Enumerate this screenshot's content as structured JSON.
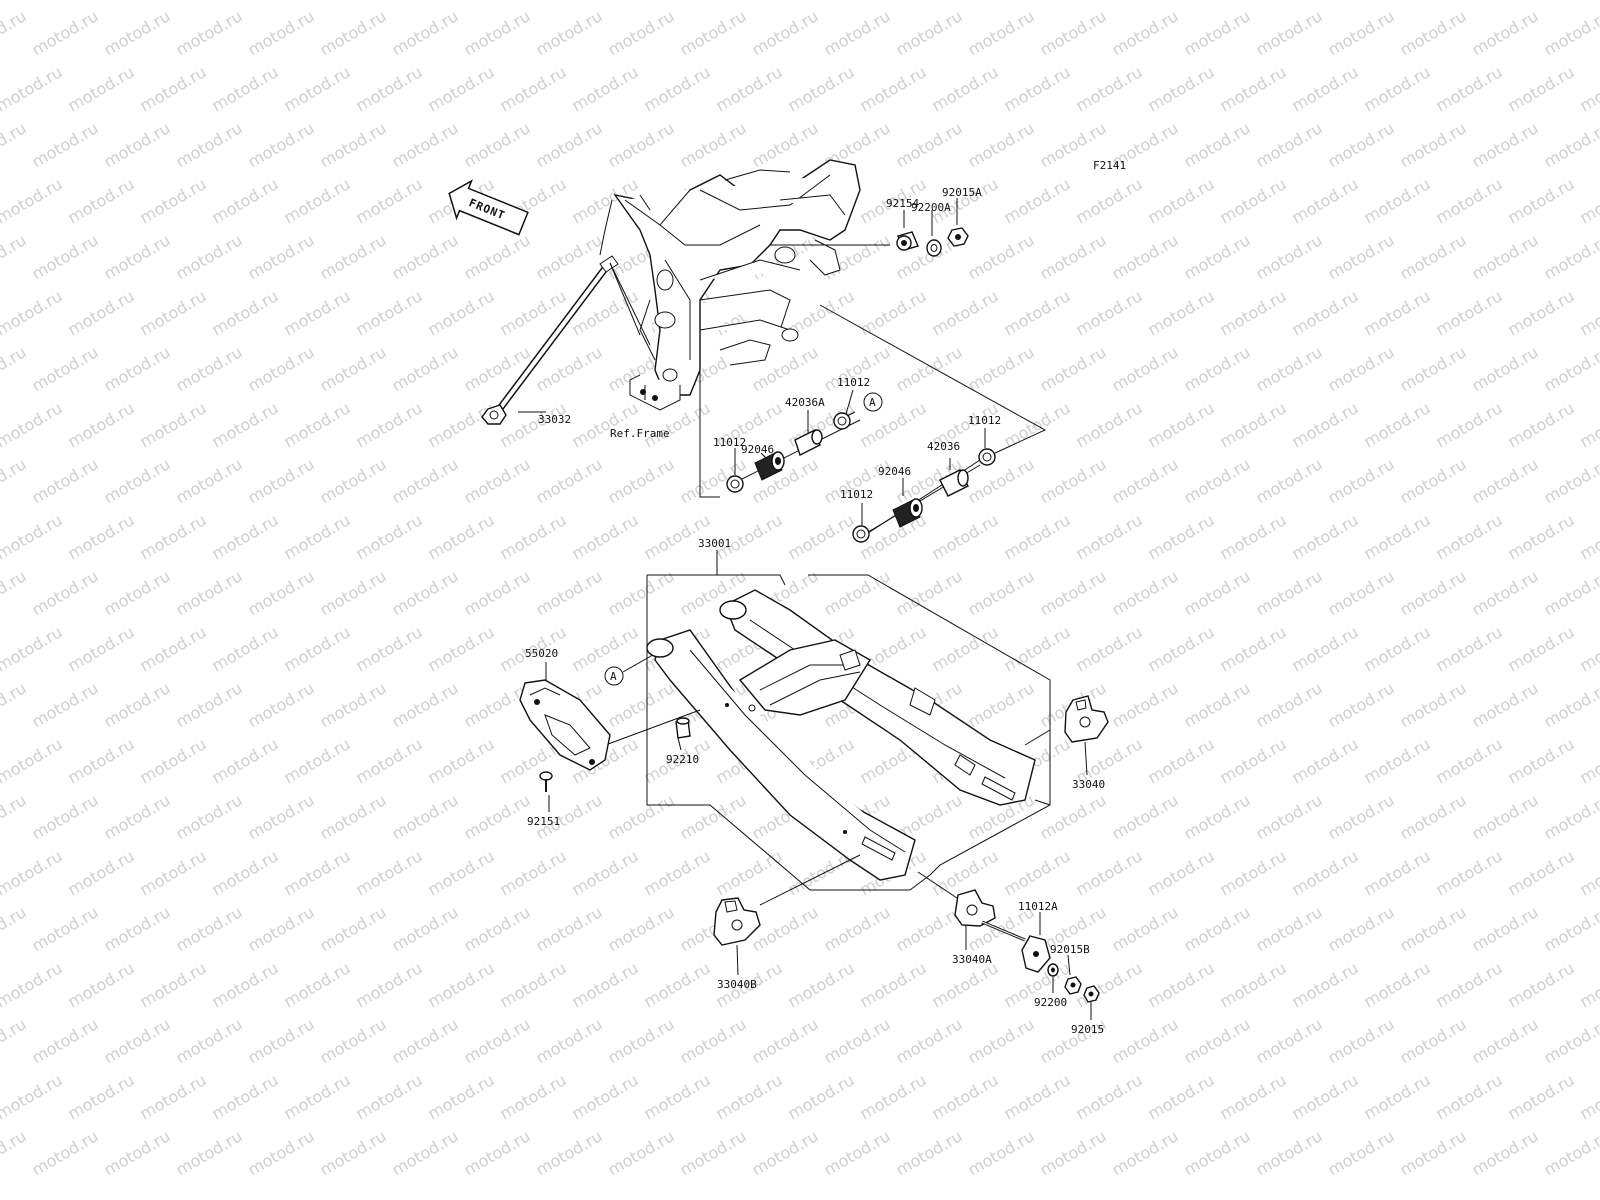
{
  "figure_code": "F2141",
  "front_arrow_label": "FRONT",
  "ref_frame_label": "Ref.Frame",
  "callout_marker": "A",
  "watermark_text": "motod.ru",
  "parts": {
    "p33032": "33032",
    "p92154": "92154",
    "p92200A": "92200A",
    "p92015A": "92015A",
    "p11012_a": "11012",
    "p42036A": "42036A",
    "p92046_a": "92046",
    "p11012_b": "11012",
    "p11012_c": "11012",
    "p42036": "42036",
    "p92046_b": "92046",
    "p11012_d": "11012",
    "p33001": "33001",
    "p55020": "55020",
    "p92210": "92210",
    "p92151": "92151",
    "p33040": "33040",
    "p33040B": "33040B",
    "p33040A": "33040A",
    "p11012A": "11012A",
    "p92015B": "92015B",
    "p92200": "92200",
    "p92015": "92015"
  }
}
